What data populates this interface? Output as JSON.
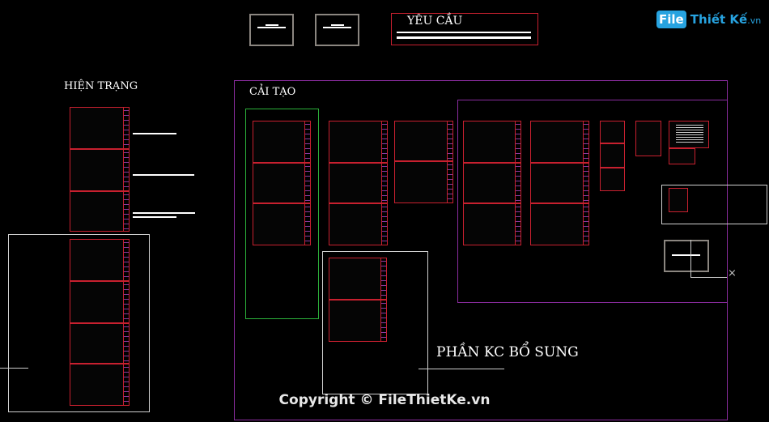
{
  "labels": {
    "yeu_cau": "YÊU CẦU",
    "hien_trang": "HIỆN TRẠNG",
    "cai_tao": "CẢI TẠO",
    "phan_kc": "PHẦN KC BỔ SUNG"
  },
  "watermark": {
    "copyright": "Copyright © FileThietKe.vn",
    "logo_a": "File",
    "logo_b": "Thiết Kế",
    "logo_c": ".vn"
  },
  "colors": {
    "background": "#000000",
    "sheet_border": "#c8202f",
    "purple_frame": "#8a2c9e",
    "green_frame": "#2bb03a",
    "logo": "#27a3e0"
  }
}
